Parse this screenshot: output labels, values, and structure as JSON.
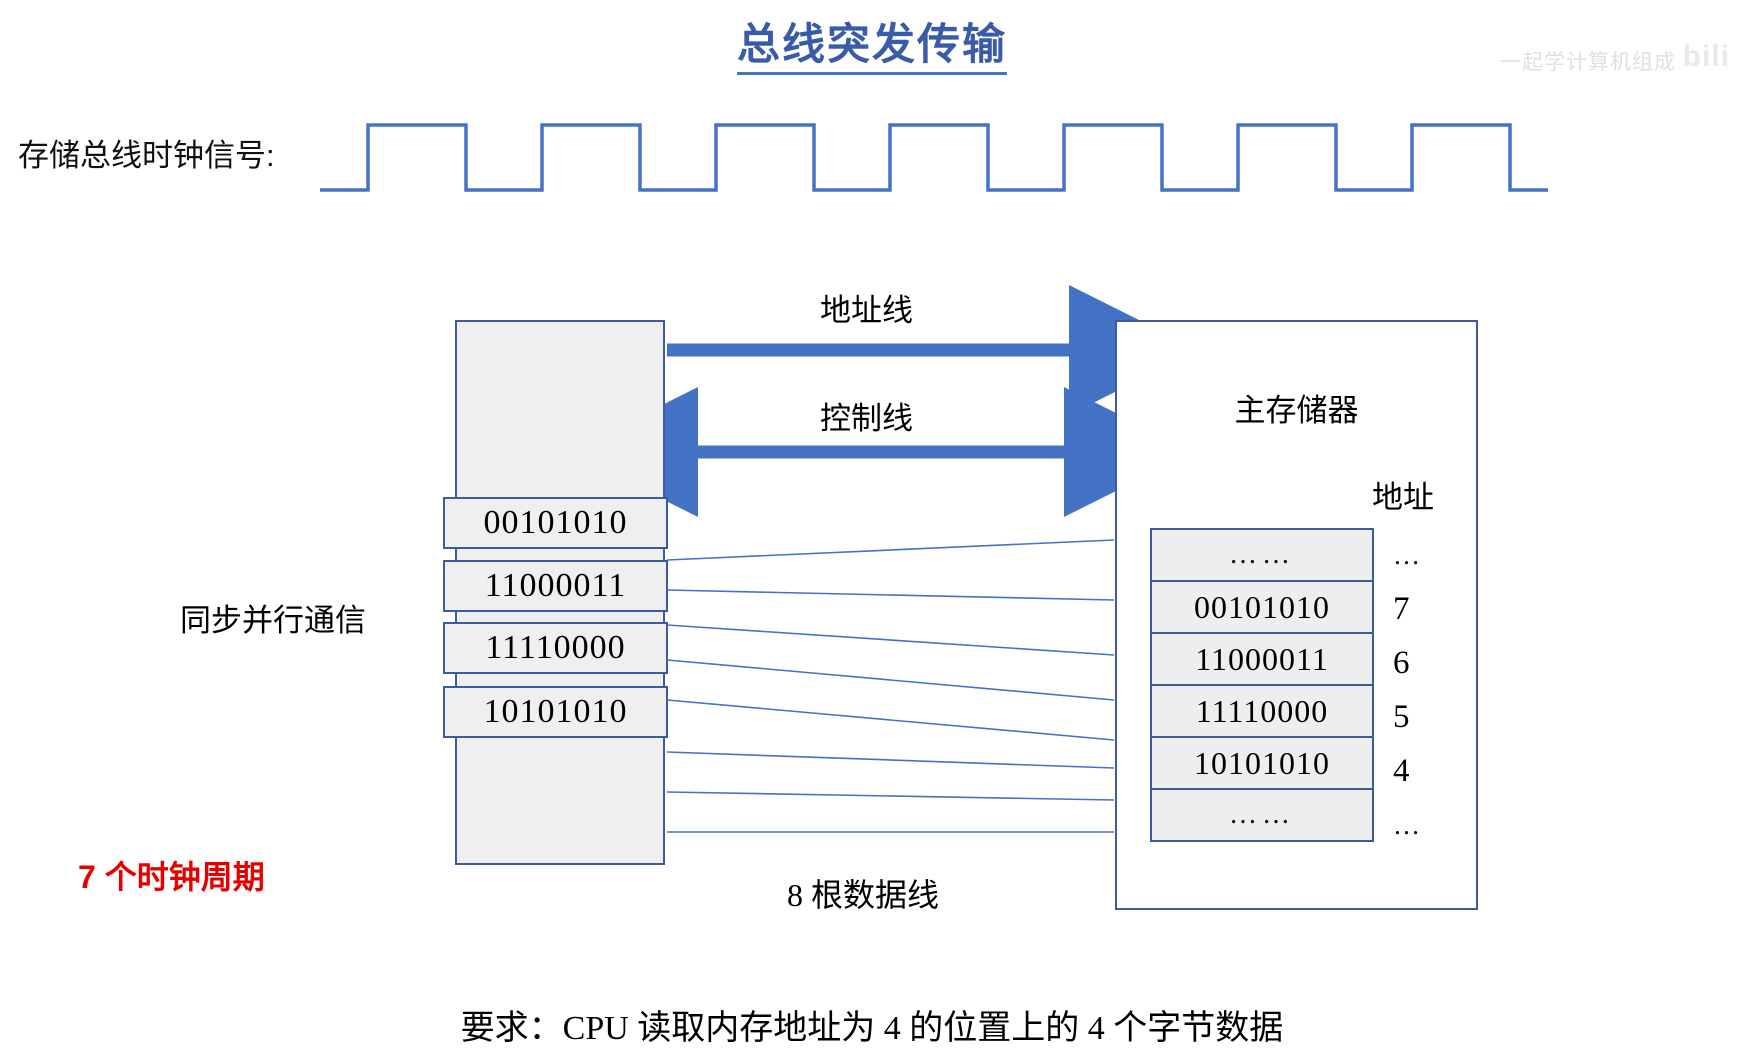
{
  "title": "总线突发传输",
  "watermark": {
    "text": "一起学计算机组成",
    "logo": "bili"
  },
  "clock": {
    "label": "存储总线时钟信号:",
    "pulse_count": 7,
    "color": "#4472c4"
  },
  "cpu": {
    "registers": [
      "00101010",
      "11000011",
      "11110000",
      "10101010"
    ]
  },
  "bus": {
    "address_line_label": "地址线",
    "control_line_label": "控制线",
    "data_lines_label": "8 根数据线",
    "data_line_count": 8,
    "arrow_color": "#4472c4",
    "data_line_color": "#4472c4"
  },
  "memory": {
    "title": "主存储器",
    "address_header": "地址",
    "rows": [
      {
        "value": "……",
        "address": "…"
      },
      {
        "value": "00101010",
        "address": "7"
      },
      {
        "value": "11000011",
        "address": "6"
      },
      {
        "value": "11110000",
        "address": "5"
      },
      {
        "value": "10101010",
        "address": "4"
      },
      {
        "value": "……",
        "address": "…"
      }
    ]
  },
  "annotations": {
    "sync_parallel": "同步并行通信",
    "clock_cycles": "7 个时钟周期",
    "clock_cycles_color": "#e80000",
    "footer": "要求：CPU 读取内存地址为 4 的位置上的 4 个字节数据"
  }
}
